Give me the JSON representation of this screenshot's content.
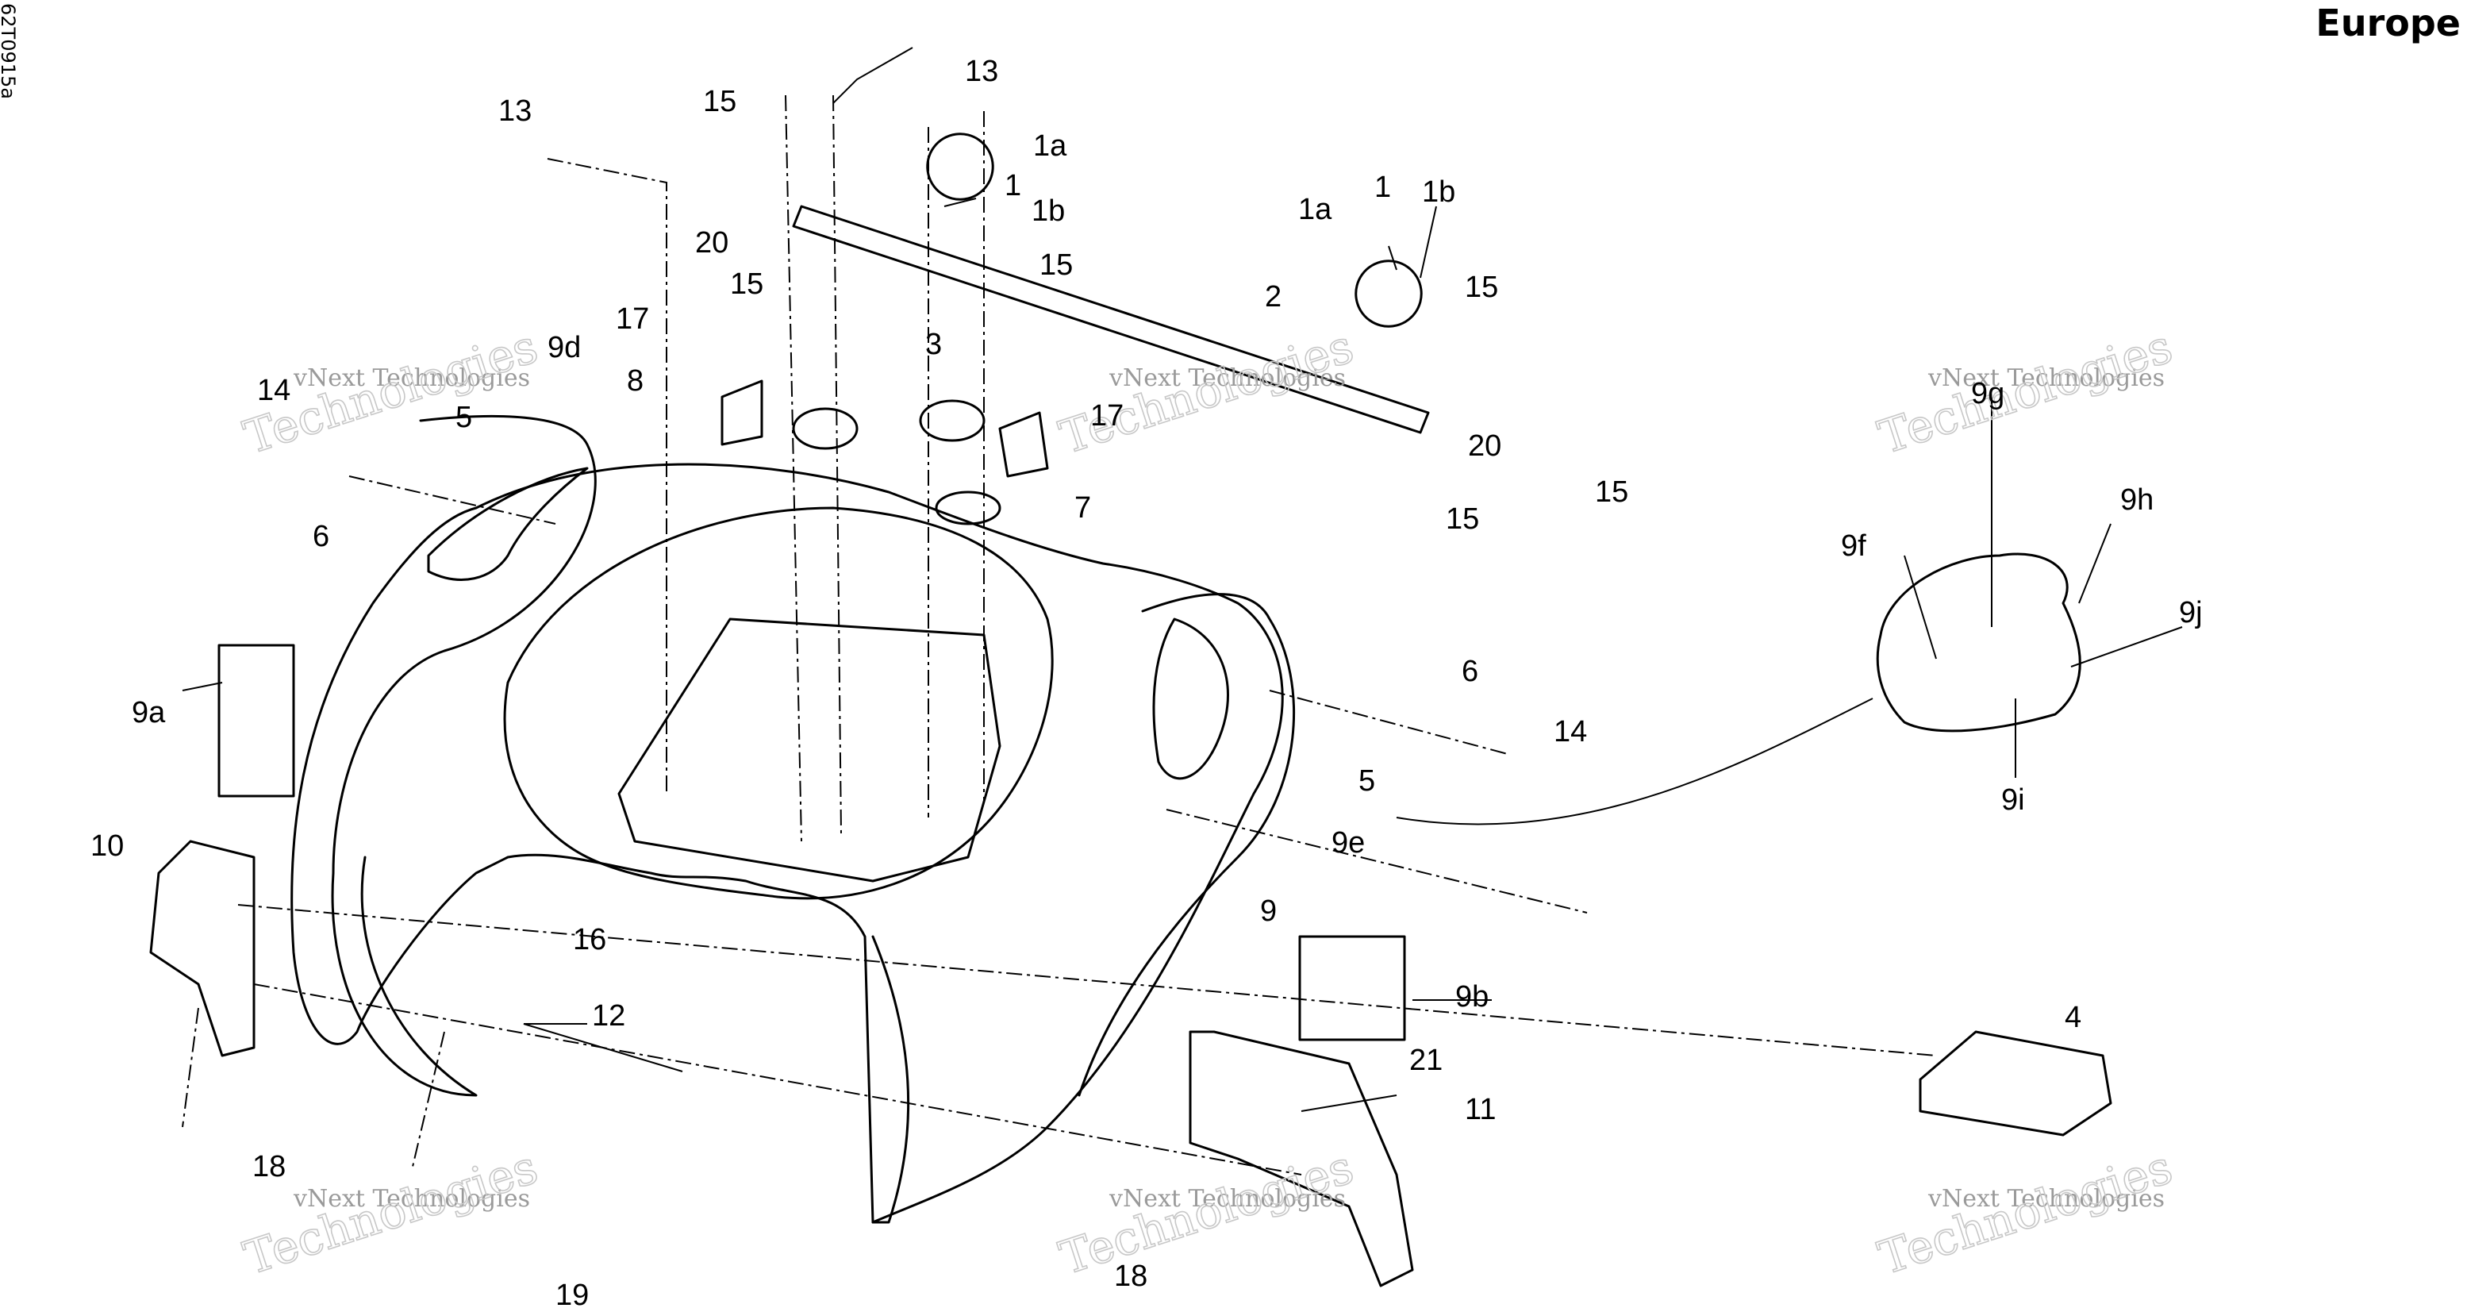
{
  "drawing_code": "62T0915a",
  "region": "Europe",
  "watermark": {
    "small_word": "vNext",
    "line1": "vNext Technologies",
    "line2": "Technologies"
  },
  "callouts": [
    "1",
    "1",
    "1a",
    "1a",
    "1b",
    "1b",
    "2",
    "3",
    "4",
    "5",
    "5",
    "6",
    "6",
    "7",
    "8",
    "9",
    "9a",
    "9b",
    "9d",
    "9e",
    "9f",
    "9g",
    "9h",
    "9i",
    "9j",
    "10",
    "11",
    "12",
    "13",
    "13",
    "14",
    "14",
    "15",
    "15",
    "15",
    "15",
    "15",
    "15",
    "16",
    "17",
    "17",
    "18",
    "18",
    "19",
    "20",
    "20",
    "21"
  ],
  "colors": {
    "line": "#000000",
    "watermark": "#c8c8c8",
    "background": "#ffffff"
  }
}
